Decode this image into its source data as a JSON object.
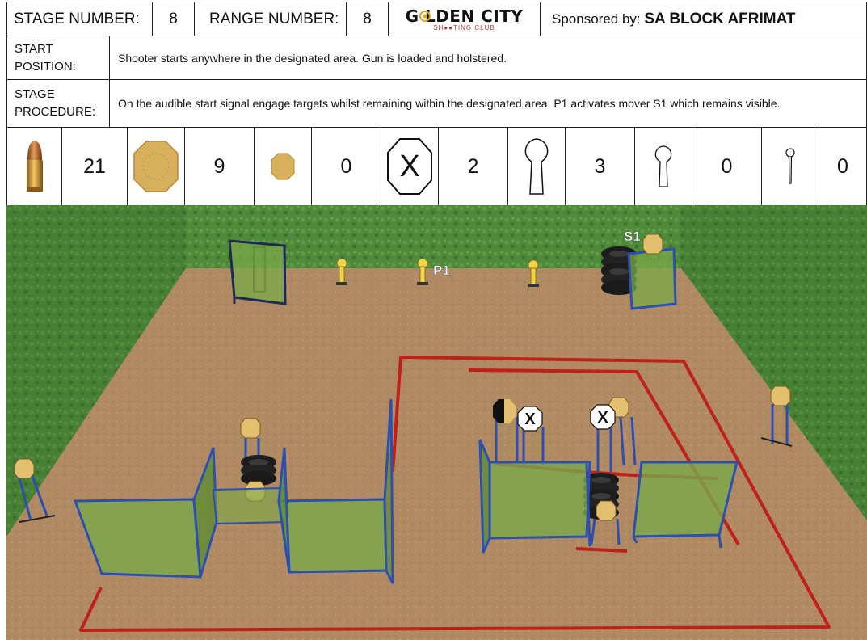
{
  "header": {
    "stage_label": "STAGE NUMBER:",
    "stage_value": "8",
    "range_label": "RANGE NUMBER:",
    "range_value": "8",
    "logo_main": "G  LDEN CITY",
    "logo_sub": "SH●●TING CLUB",
    "sponsor_label": "Sponsored by:",
    "sponsor_name": "SA BLOCK AFRIMAT"
  },
  "start_position": {
    "label_line1": "START",
    "label_line2": "POSITION:",
    "text": "Shooter starts anywhere in the designated area. Gun is loaded and holstered."
  },
  "stage_procedure": {
    "label_line1": "STAGE",
    "label_line2": "PROCEDURE:",
    "text": "On the audible start signal engage targets whilst remaining within the designated area. P1 activates mover S1 which remains visible."
  },
  "counts": [
    {
      "icon": "bullet-icon",
      "value": "21"
    },
    {
      "icon": "large-steel-plate-icon",
      "value": "9"
    },
    {
      "icon": "small-steel-plate-icon",
      "value": "0"
    },
    {
      "icon": "no-shoot-icon",
      "value": "2"
    },
    {
      "icon": "large-popper-icon",
      "value": "3"
    },
    {
      "icon": "medium-popper-icon",
      "value": "0"
    },
    {
      "icon": "mini-popper-icon",
      "value": "0"
    }
  ],
  "scene": {
    "label_p1": "P1",
    "label_s1": "S1",
    "no_shoot_mark": "X"
  },
  "colors": {
    "plate": "#d9b15a",
    "popper": "#f2d34a",
    "fault_line": "#c0201a",
    "wall": "#a9d06a",
    "frame": "#2c4fb0",
    "ground": "#b08a63",
    "berm": "#4f8a3a"
  }
}
